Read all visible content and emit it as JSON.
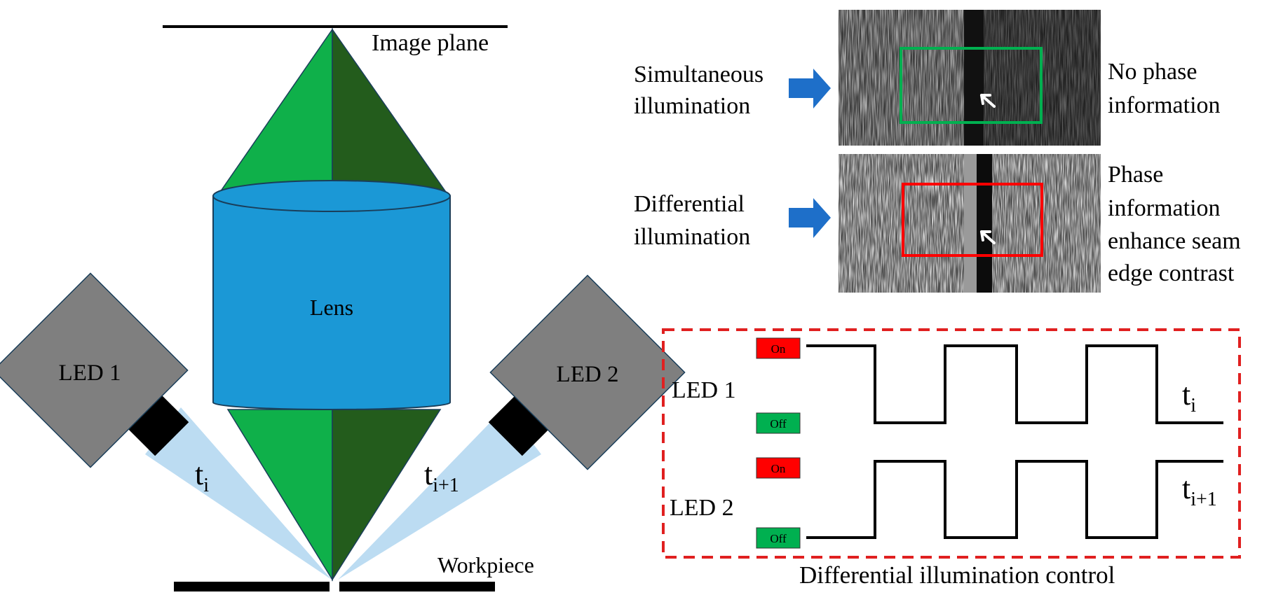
{
  "optics": {
    "image_plane_label": "Image plane",
    "lens_label": "Lens",
    "led1_label": "LED 1",
    "led2_label": "LED 2",
    "beam1_t": "t",
    "beam1_sub": "i",
    "beam2_t": "t",
    "beam2_sub": "i+1",
    "workpiece_label": "Workpiece"
  },
  "comparison": {
    "simultaneous_line1": "Simultaneous",
    "simultaneous_line2": "illumination",
    "simultaneous_result_line1": "No phase",
    "simultaneous_result_line2": "information",
    "differential_line1": "Differential",
    "differential_line2": "illumination",
    "differential_result_line1": "Phase",
    "differential_result_line2": "information",
    "differential_result_line3": "enhance seam",
    "differential_result_line4": "edge contrast"
  },
  "timing": {
    "led1_label": "LED 1",
    "led2_label": "LED 2",
    "on_label": "On",
    "off_label": "Off",
    "t1": "t",
    "t1_sub": "i",
    "t2": "t",
    "t2_sub": "i+1",
    "caption": "Differential illumination control",
    "led1_states": [
      1,
      0,
      1,
      0,
      1,
      0
    ],
    "led2_states": [
      0,
      1,
      0,
      1,
      0,
      1
    ]
  },
  "colors": {
    "green_light": "#0fb04a",
    "green_dark": "#235c1c",
    "lens_blue": "#1b98d6",
    "led_gray": "#7f7f7f",
    "beam_blue": "#bcdcf2",
    "arrow_blue": "#1e6fc9",
    "on_red": "#ff0000",
    "off_green": "#00b050",
    "box_green": "#00b050",
    "box_red": "#ff0000"
  }
}
